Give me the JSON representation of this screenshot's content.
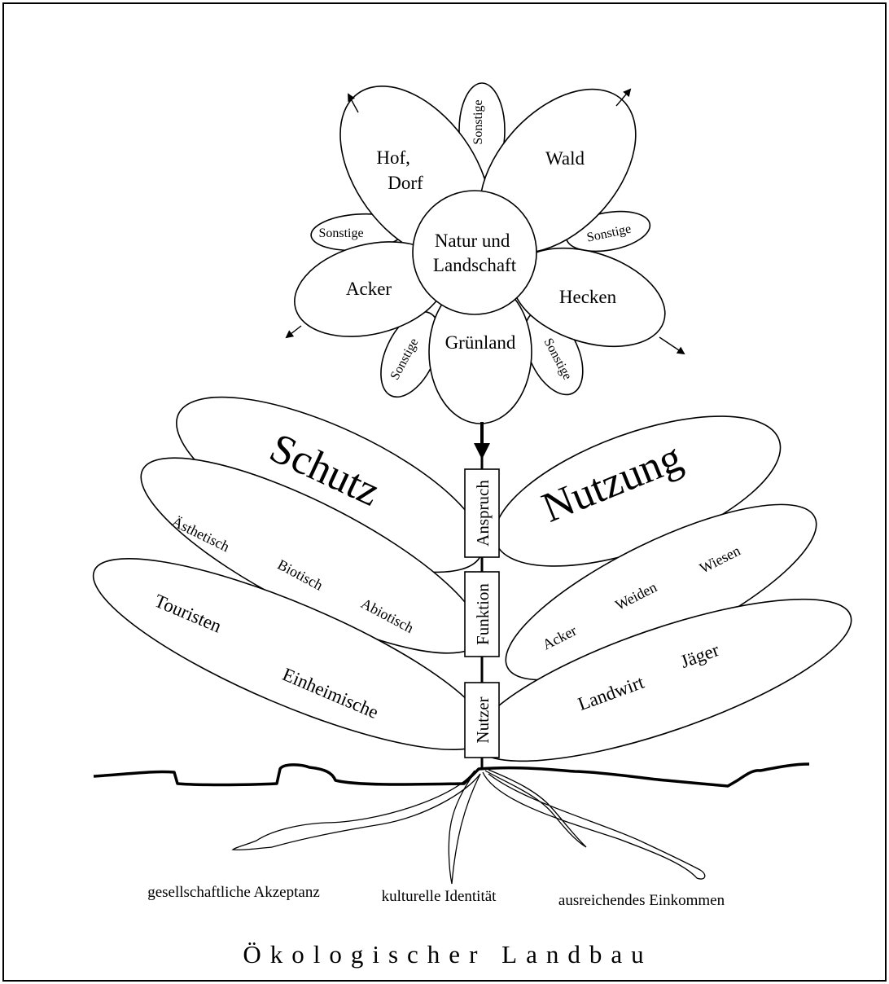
{
  "diagram": {
    "title": "Ökologischer Landbau",
    "flower": {
      "center": [
        "Natur und",
        "Landschaft"
      ],
      "petals": {
        "hof_dorf": [
          "Hof,",
          "Dorf"
        ],
        "wald": "Wald",
        "hecken": "Hecken",
        "gruenland": "Grünland",
        "acker": "Acker",
        "sonstige": "Sonstige"
      }
    },
    "stem_labels": {
      "anspruch": "Anspruch",
      "funktion": "Funktion",
      "nutzer": "Nutzer"
    },
    "leaves_left": {
      "schutz": "Schutz",
      "aesthetisch": "Ästhetisch",
      "biotisch": "Biotisch",
      "abiotisch": "Abiotisch",
      "touristen": "Touristen",
      "einheimische": "Einheimische"
    },
    "leaves_right": {
      "nutzung": "Nutzung",
      "acker": "Acker",
      "weiden": "Weiden",
      "wiesen": "Wiesen",
      "landwirt": "Landwirt",
      "jaeger": "Jäger"
    },
    "roots": {
      "left": "gesellschaftliche Akzeptanz",
      "middle": "kulturelle Identität",
      "right": "ausreichendes Einkommen"
    }
  }
}
